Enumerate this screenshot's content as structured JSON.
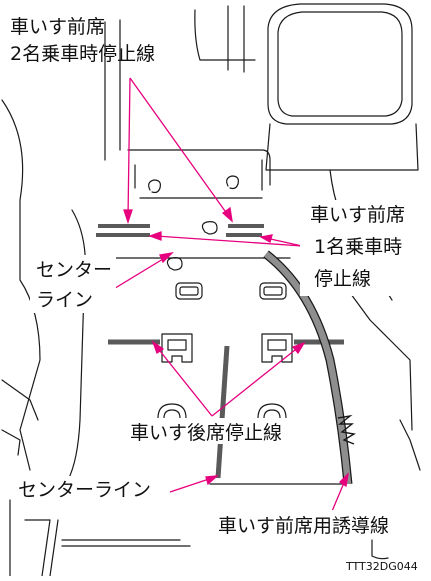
{
  "labels": {
    "front_two_line1": "車いす前席",
    "front_two_line2": "2名乗車時停止線",
    "front_one_line1": "車いす前席",
    "front_one_line2": "1名乗車時",
    "front_one_line3": "停止線",
    "center_upper_line1": "センター",
    "center_upper_line2": "ライン",
    "rear_stop": "車いす後席停止線",
    "center_lower": "センターライン",
    "guide_line": "車いす前席用誘導線"
  },
  "figure_code": "TTT32DG044",
  "colors": {
    "callout": "#e6007e",
    "stripe": "#5a5a5a",
    "drawing": "#1a1a1a"
  }
}
